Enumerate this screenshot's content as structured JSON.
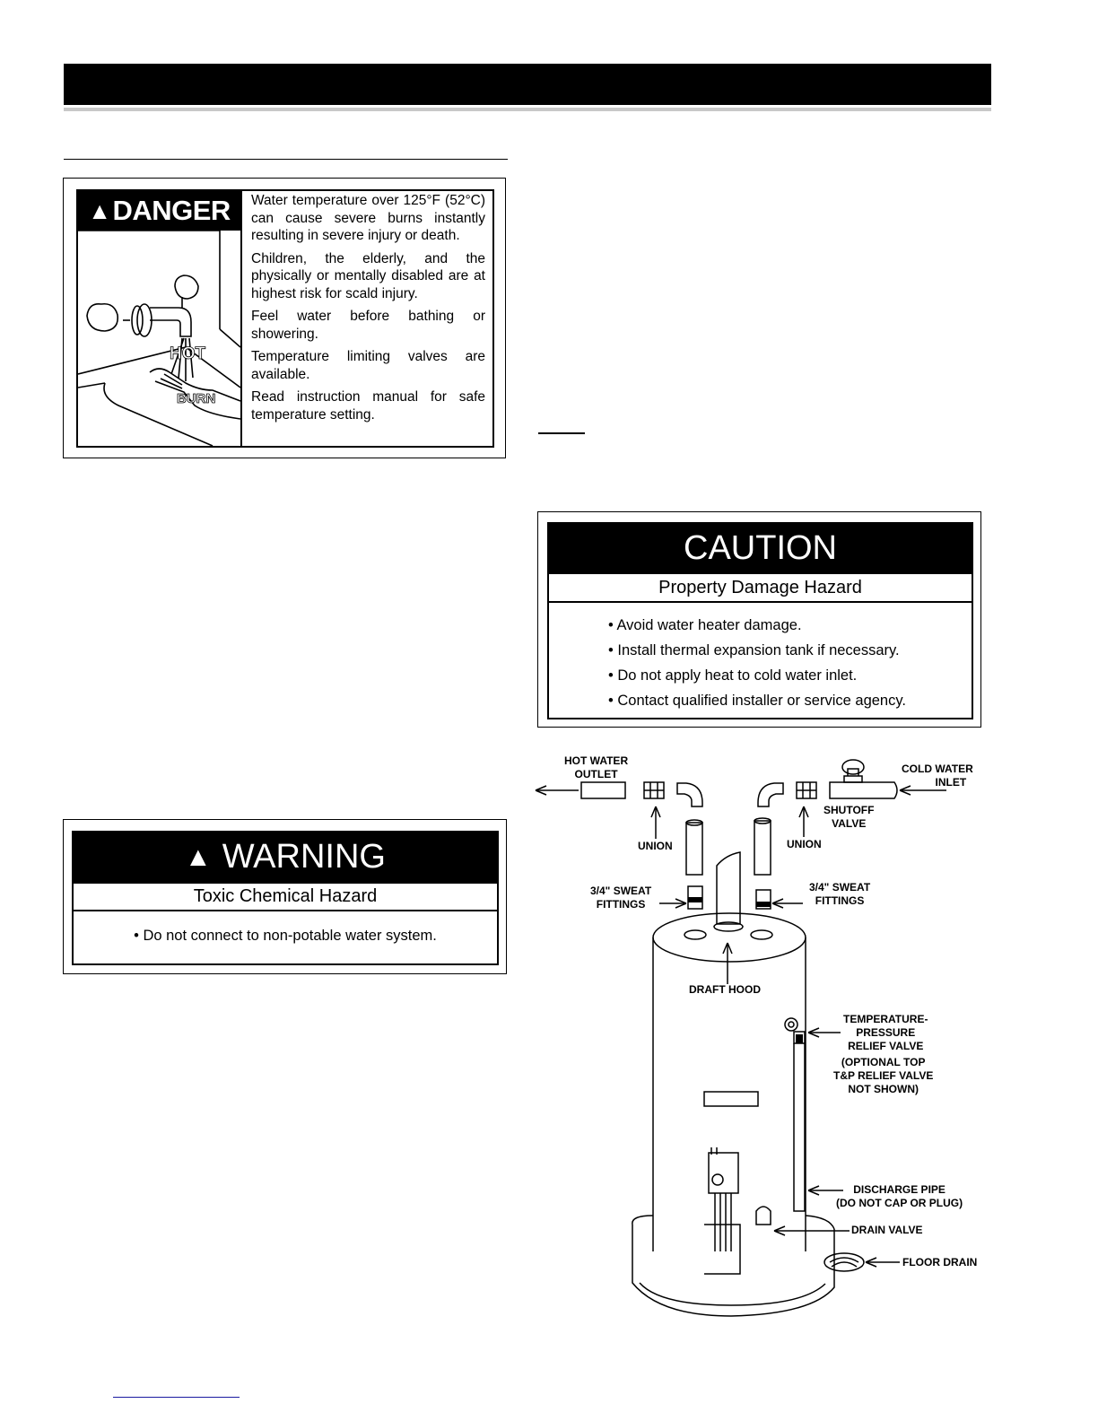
{
  "danger": {
    "header": "DANGER",
    "paragraphs": [
      "Water temperature over 125°F (52°C) can cause severe burns instantly resulting in severe injury or death.",
      "Children, the elderly, and the physically or mentally disabled are at highest risk for scald injury.",
      "Feel water before bathing or showering.",
      "Temperature limiting valves are available.",
      "Read instruction manual for safe temperature setting."
    ],
    "illustration_text": {
      "hot": "HOT",
      "burn": "BURN"
    }
  },
  "caution": {
    "title": "CAUTION",
    "subtitle": "Property Damage Hazard",
    "items": [
      "• Avoid water heater damage.",
      "• Install thermal expansion tank if necessary.",
      "• Do not apply heat to cold water inlet.",
      "• Contact qualified installer or service agency."
    ]
  },
  "warning": {
    "title": "WARNING",
    "subtitle": "Toxic Chemical Hazard",
    "items": [
      "• Do not connect to non-potable water system."
    ]
  },
  "diagram": {
    "labels": {
      "hot_water_outlet": [
        "HOT WATER",
        "OUTLET"
      ],
      "cold_water_inlet": [
        "COLD WATER",
        "INLET"
      ],
      "shutoff_valve": [
        "SHUTOFF",
        "VALVE"
      ],
      "union_left": "UNION",
      "union_right": "UNION",
      "sweat_left": [
        "3/4\" SWEAT",
        "FITTINGS"
      ],
      "sweat_right": [
        "3/4\" SWEAT",
        "FITTINGS"
      ],
      "draft_hood": "DRAFT HOOD",
      "tp_valve": [
        "TEMPERATURE-",
        "PRESSURE",
        "RELIEF VALVE"
      ],
      "tp_optional": [
        "(OPTIONAL TOP",
        "T&P RELIEF VALVE",
        "NOT SHOWN)"
      ],
      "discharge_pipe": [
        "DISCHARGE PIPE",
        "(DO NOT CAP OR PLUG)"
      ],
      "drain_valve": "DRAIN VALVE",
      "floor_drain": "FLOOR DRAIN"
    }
  }
}
